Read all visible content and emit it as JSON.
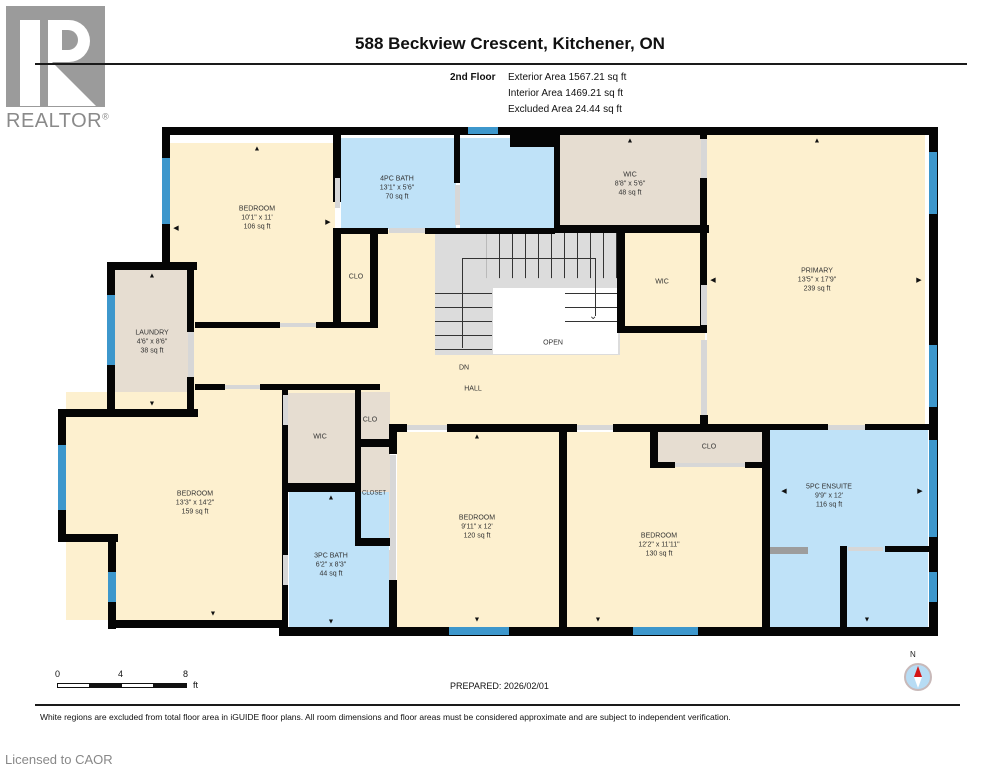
{
  "logo": {
    "brand": "REALTOR",
    "mark": "®"
  },
  "header": {
    "title": "588 Beckview Crescent, Kitchener, ON",
    "floor": "2nd Floor",
    "exterior_area": "Exterior Area 1567.21 sq ft",
    "interior_area": "Interior Area 1469.21 sq ft",
    "excluded_area": "Excluded Area 24.44 sq ft"
  },
  "rooms": {
    "bedroom_nw": {
      "name": "BEDROOM",
      "dims": "10'1\" x 11'",
      "area": "106 sq ft"
    },
    "bath_4pc": {
      "name": "4PC BATH",
      "dims": "13'1\" x 5'6\"",
      "area": "70 sq ft"
    },
    "wic_top": {
      "name": "WIC",
      "dims": "8'8\" x 5'6\"",
      "area": "48 sq ft"
    },
    "primary": {
      "name": "PRIMARY",
      "dims": "13'5\" x 17'9\"",
      "area": "239 sq ft"
    },
    "clo_top": {
      "name": "CLO"
    },
    "wic_mid": {
      "name": "WIC"
    },
    "laundry": {
      "name": "LAUNDRY",
      "dims": "4'6\" x 8'6\"",
      "area": "38 sq ft"
    },
    "open": {
      "name": "OPEN"
    },
    "dn": {
      "name": "DN"
    },
    "hall": {
      "name": "HALL"
    },
    "wic_sw": {
      "name": "WIC"
    },
    "clo_sw": {
      "name": "CLO"
    },
    "closet": {
      "name": "CLOSET"
    },
    "bedroom_sw": {
      "name": "BEDROOM",
      "dims": "13'3\" x 14'2\"",
      "area": "159 sq ft"
    },
    "bath_3pc": {
      "name": "3PC BATH",
      "dims": "6'2\" x 8'3\"",
      "area": "44 sq ft"
    },
    "bedroom_s1": {
      "name": "BEDROOM",
      "dims": "9'11\" x 12'",
      "area": "120 sq ft"
    },
    "bedroom_s2": {
      "name": "BEDROOM",
      "dims": "12'2\" x 11'11\"",
      "area": "130 sq ft"
    },
    "clo_s2": {
      "name": "CLO"
    },
    "ensuite": {
      "name": "5PC ENSUITE",
      "dims": "9'9\" x 12'",
      "area": "116 sq ft"
    }
  },
  "scale": {
    "t0": "0",
    "t4": "4",
    "t8": "8",
    "unit": "ft"
  },
  "prepared": "PREPARED: 2026/02/01",
  "compass": {
    "label": "N"
  },
  "footer": {
    "disclaimer": "White regions are excluded from total floor area in iGUIDE floor plans. All room dimensions and floor areas must be considered approximate and are subject to independent verification.",
    "licensed": "Licensed to CAOR"
  },
  "colors": {
    "living": "#fdf0cf",
    "wet": "#bfe2f8",
    "storage": "#e6ddd1",
    "window": "#3d97cc",
    "wall": "#050505"
  }
}
